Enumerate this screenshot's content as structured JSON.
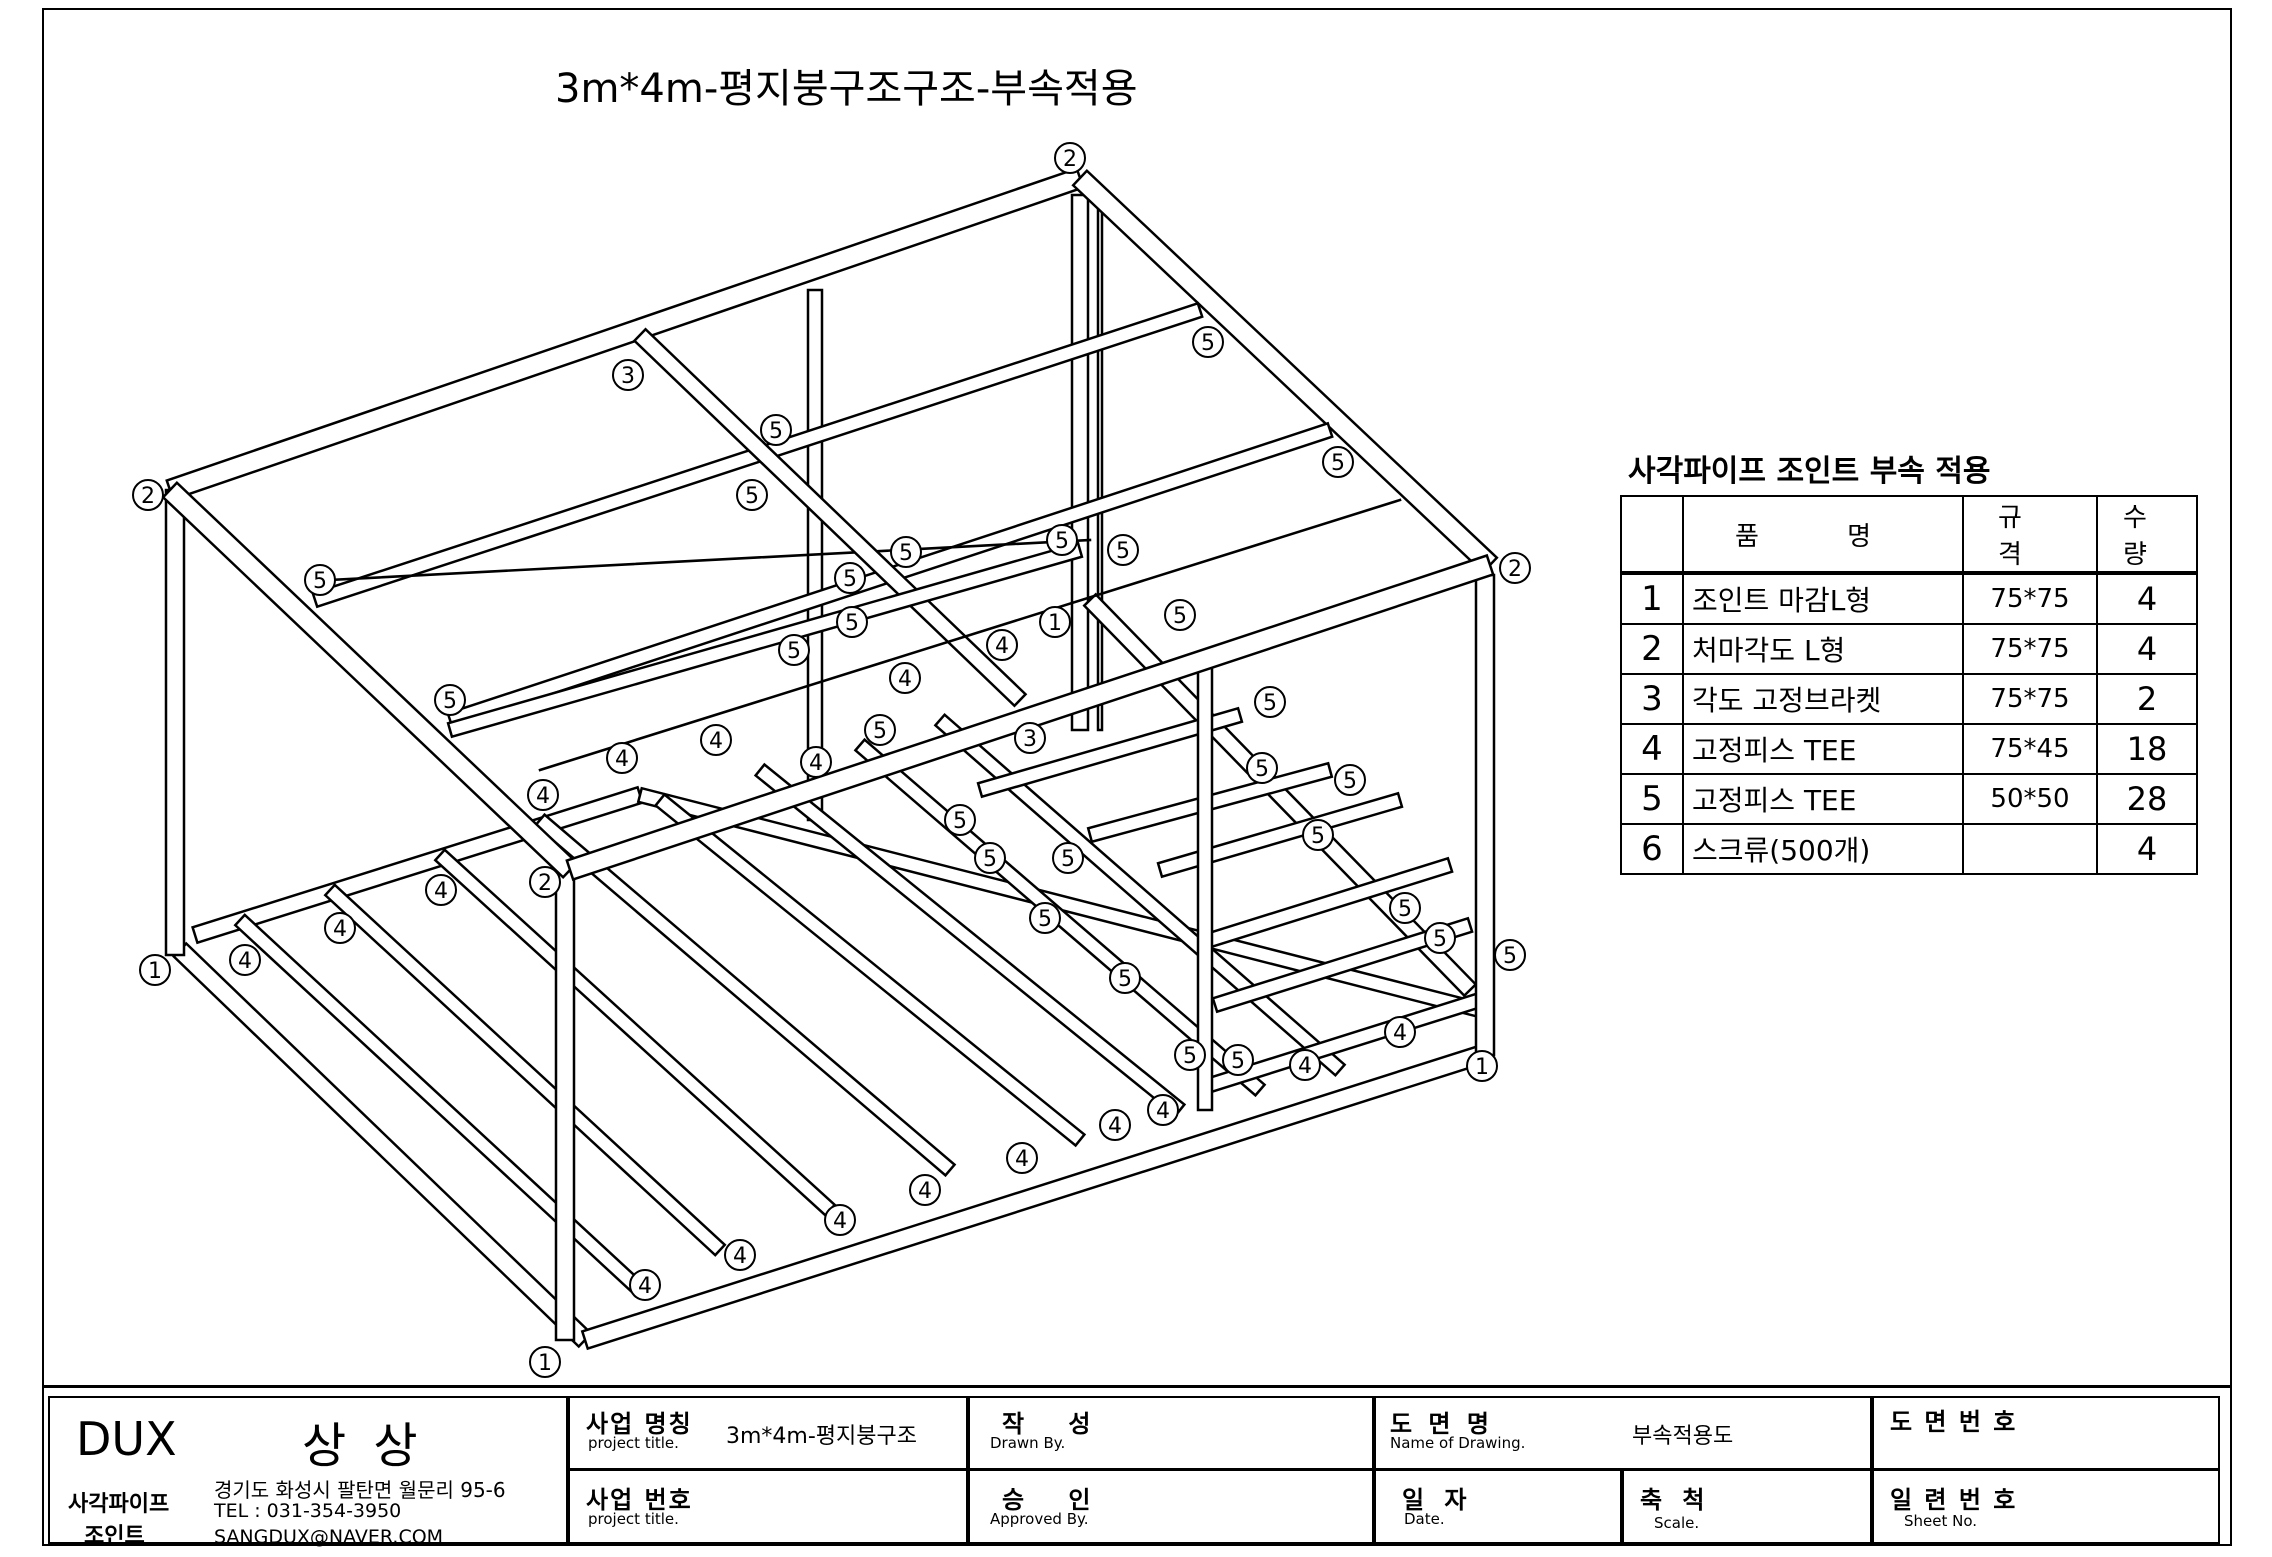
{
  "title": "3m*4m-평지붕구조구조-부속적용",
  "parts_table": {
    "title": "사각파이프 조인트 부속 적용",
    "headers": {
      "name": "품 명",
      "spec": "규 격",
      "qty": "수 량"
    },
    "rows": [
      {
        "no": "1",
        "name": "조인트 마감L형",
        "spec": "75*75",
        "qty": "4"
      },
      {
        "no": "2",
        "name": "처마각도 L형",
        "spec": "75*75",
        "qty": "4"
      },
      {
        "no": "3",
        "name": "각도 고정브라켓",
        "spec": "75*75",
        "qty": "2"
      },
      {
        "no": "4",
        "name": "고정피스 TEE",
        "spec": "75*45",
        "qty": "18"
      },
      {
        "no": "5",
        "name": "고정피스 TEE",
        "spec": "50*50",
        "qty": "28"
      },
      {
        "no": "6",
        "name": "스크류(500개)",
        "spec": "",
        "qty": "4"
      }
    ]
  },
  "title_block": {
    "company": "DUX",
    "company_name": "상 상",
    "product_line_1": "사각파이프",
    "product_line_2": "조인트",
    "address": "경기도 화성시 팔탄면 월문리 95-6",
    "tel": "TEL : 031-354-3950",
    "email": "SANGDUX@NAVER.COM",
    "project_name_ko": "사업 명칭",
    "project_name_en": "project title.",
    "project_name_value": "3m*4m-평지붕구조",
    "project_no_ko": "사업 번호",
    "project_no_en": "project title.",
    "drawn_ko": "작 성",
    "drawn_en": "Drawn By.",
    "approved_ko": "승 인",
    "approved_en": "Approved By.",
    "drawing_name_ko": "도 면 명",
    "drawing_name_en": "Name of Drawing.",
    "drawing_name_value": "부속적용도",
    "date_ko": "일 자",
    "date_en": "Date.",
    "scale_ko": "축 척",
    "scale_en": "Scale.",
    "drawing_no_ko": "도 면 번 호",
    "sheet_no_ko": "일 련 번 호",
    "sheet_no_en": "Sheet No."
  },
  "callouts": [
    "1",
    "2",
    "3",
    "4",
    "5"
  ]
}
